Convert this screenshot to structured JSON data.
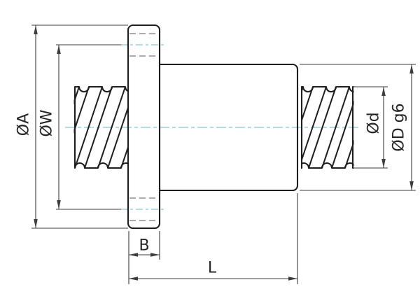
{
  "drawing": {
    "labels": {
      "flange_outer_diameter": "ØA",
      "bolt_circle_diameter": "ØW",
      "screw_diameter": "Ød",
      "nut_body_diameter": "ØD g6",
      "flange_thickness": "B",
      "nut_length": "L"
    },
    "colors": {
      "outline": "#1e1e1e",
      "dimension": "#3d3d3d",
      "label": "#262626",
      "centerline": "#8cc5d6",
      "hidden": "#8f8f8f",
      "background": "#ffffff"
    }
  }
}
